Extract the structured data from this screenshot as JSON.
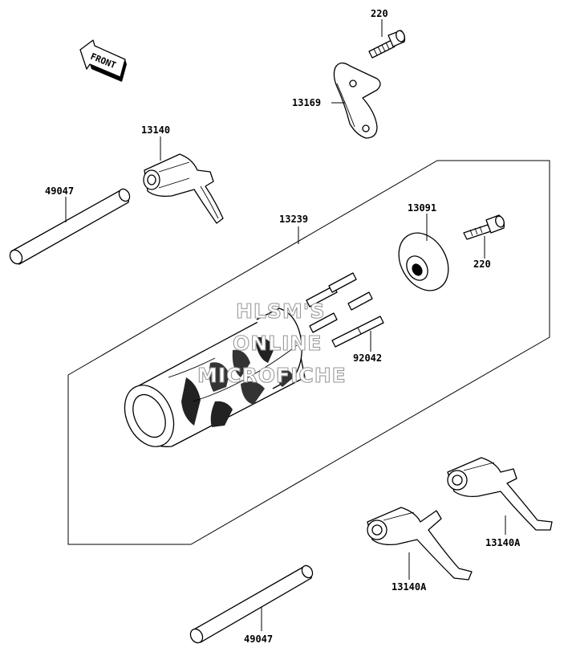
{
  "diagram": {
    "front_label": "FRONT",
    "labels": {
      "bolt_top": "220",
      "plate": "13169",
      "fork_upper": "13140",
      "shaft_upper": "49047",
      "drum": "13239",
      "holder": "13091",
      "bolt_right": "220",
      "pins": "92042",
      "fork_right": "13140A",
      "fork_lower": "13140A",
      "shaft_lower": "49047"
    },
    "watermark": [
      "HLSM'S",
      "ONLINE",
      "MICROFICHE"
    ]
  }
}
